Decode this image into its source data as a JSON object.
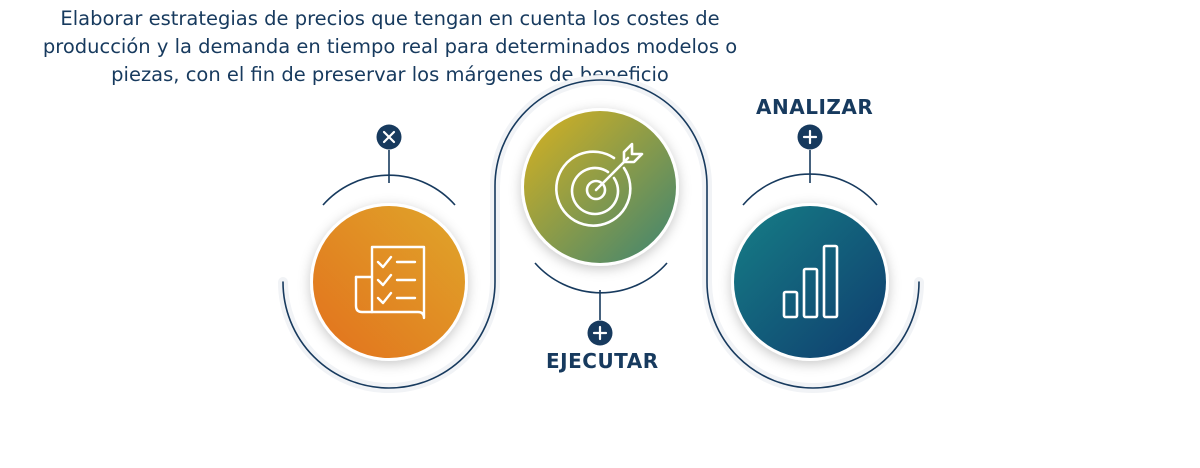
{
  "description": "Elaborar estrategias de precios que tengan en cuenta los costes de producción y la demanda en tiempo real para determinados modelos o piezas, con el fin de preservar los márgenes de beneficio",
  "steps": [
    {
      "label": "",
      "marker_icon": "close-icon",
      "circle_icon": "checklist-document-icon",
      "gradient": [
        "#e2711d",
        "#e0a62a"
      ]
    },
    {
      "label": "EJECUTAR",
      "marker_icon": "plus-icon",
      "circle_icon": "target-arrow-icon",
      "gradient": [
        "#d9b21f",
        "#3c8473"
      ]
    },
    {
      "label": "ANALIZAR",
      "marker_icon": "plus-icon",
      "circle_icon": "bar-chart-icon",
      "gradient": [
        "#167e86",
        "#0f3c6e"
      ]
    }
  ],
  "colors": {
    "text": "#173a5e",
    "marker": "#173a5e",
    "line": "#173a5e"
  }
}
